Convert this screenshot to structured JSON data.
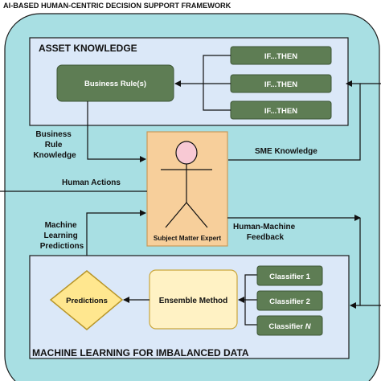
{
  "title": "AI-BASED HUMAN-CENTRIC DECISION SUPPORT FRAMEWORK",
  "asset_knowledge": {
    "heading": "ASSET KNOWLEDGE",
    "business_rules": "Business Rule(s)",
    "rules": [
      "IF...THEN",
      "IF...THEN",
      "IF...THEN"
    ]
  },
  "sme": {
    "label": "Subject Matter Expert"
  },
  "labels": {
    "business_rule_knowledge": [
      "Business",
      "Rule",
      "Knowledge"
    ],
    "sme_knowledge": "SME Knowledge",
    "human_actions": "Human Actions",
    "ml_predictions": [
      "Machine",
      "Learning",
      "Predictions"
    ],
    "human_machine_feedback": [
      "Human-Machine",
      "Feedback"
    ]
  },
  "ml": {
    "heading": "MACHINE LEARNING FOR IMBALANCED DATA",
    "predictions": "Predictions",
    "ensemble": "Ensemble Method",
    "classifiers": [
      {
        "prefix": "Classifier ",
        "suffix": "1"
      },
      {
        "prefix": "Classifier ",
        "suffix": "2"
      },
      {
        "prefix": "Classifier ",
        "suffix": "N"
      }
    ]
  },
  "colors": {
    "outer_fill": "#a8dfe3",
    "panel_fill": "#dbe8f8",
    "panel_stroke": "#1a1a1a",
    "green_box": "#5e7d54",
    "green_stroke": "#3e5636",
    "sme_fill": "#f7cf9b",
    "sme_stroke": "#c99a5a",
    "ensemble_fill": "#fff2c4",
    "ensemble_stroke": "#caa73c",
    "predictions_fill": "#ffe78f",
    "predictions_stroke": "#b8962a",
    "head_fill": "#f8c9d4"
  }
}
